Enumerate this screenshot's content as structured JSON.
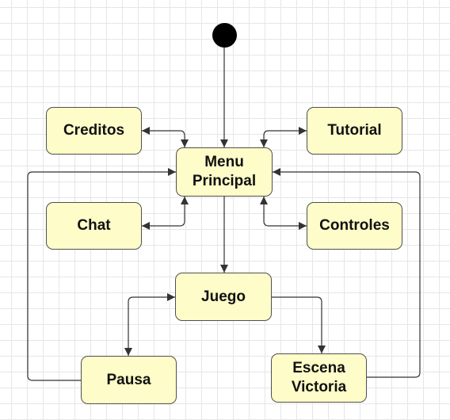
{
  "states": {
    "creditos": "Creditos",
    "tutorial": "Tutorial",
    "menu": "Menu\nPrincipal",
    "chat": "Chat",
    "controles": "Controles",
    "juego": "Juego",
    "pausa": "Pausa",
    "victoria": "Escena\nVictoria"
  },
  "colors": {
    "state_fill": "#fefcc8",
    "state_border": "#505050",
    "edge": "#333333",
    "grid": "#e6e6e6"
  }
}
